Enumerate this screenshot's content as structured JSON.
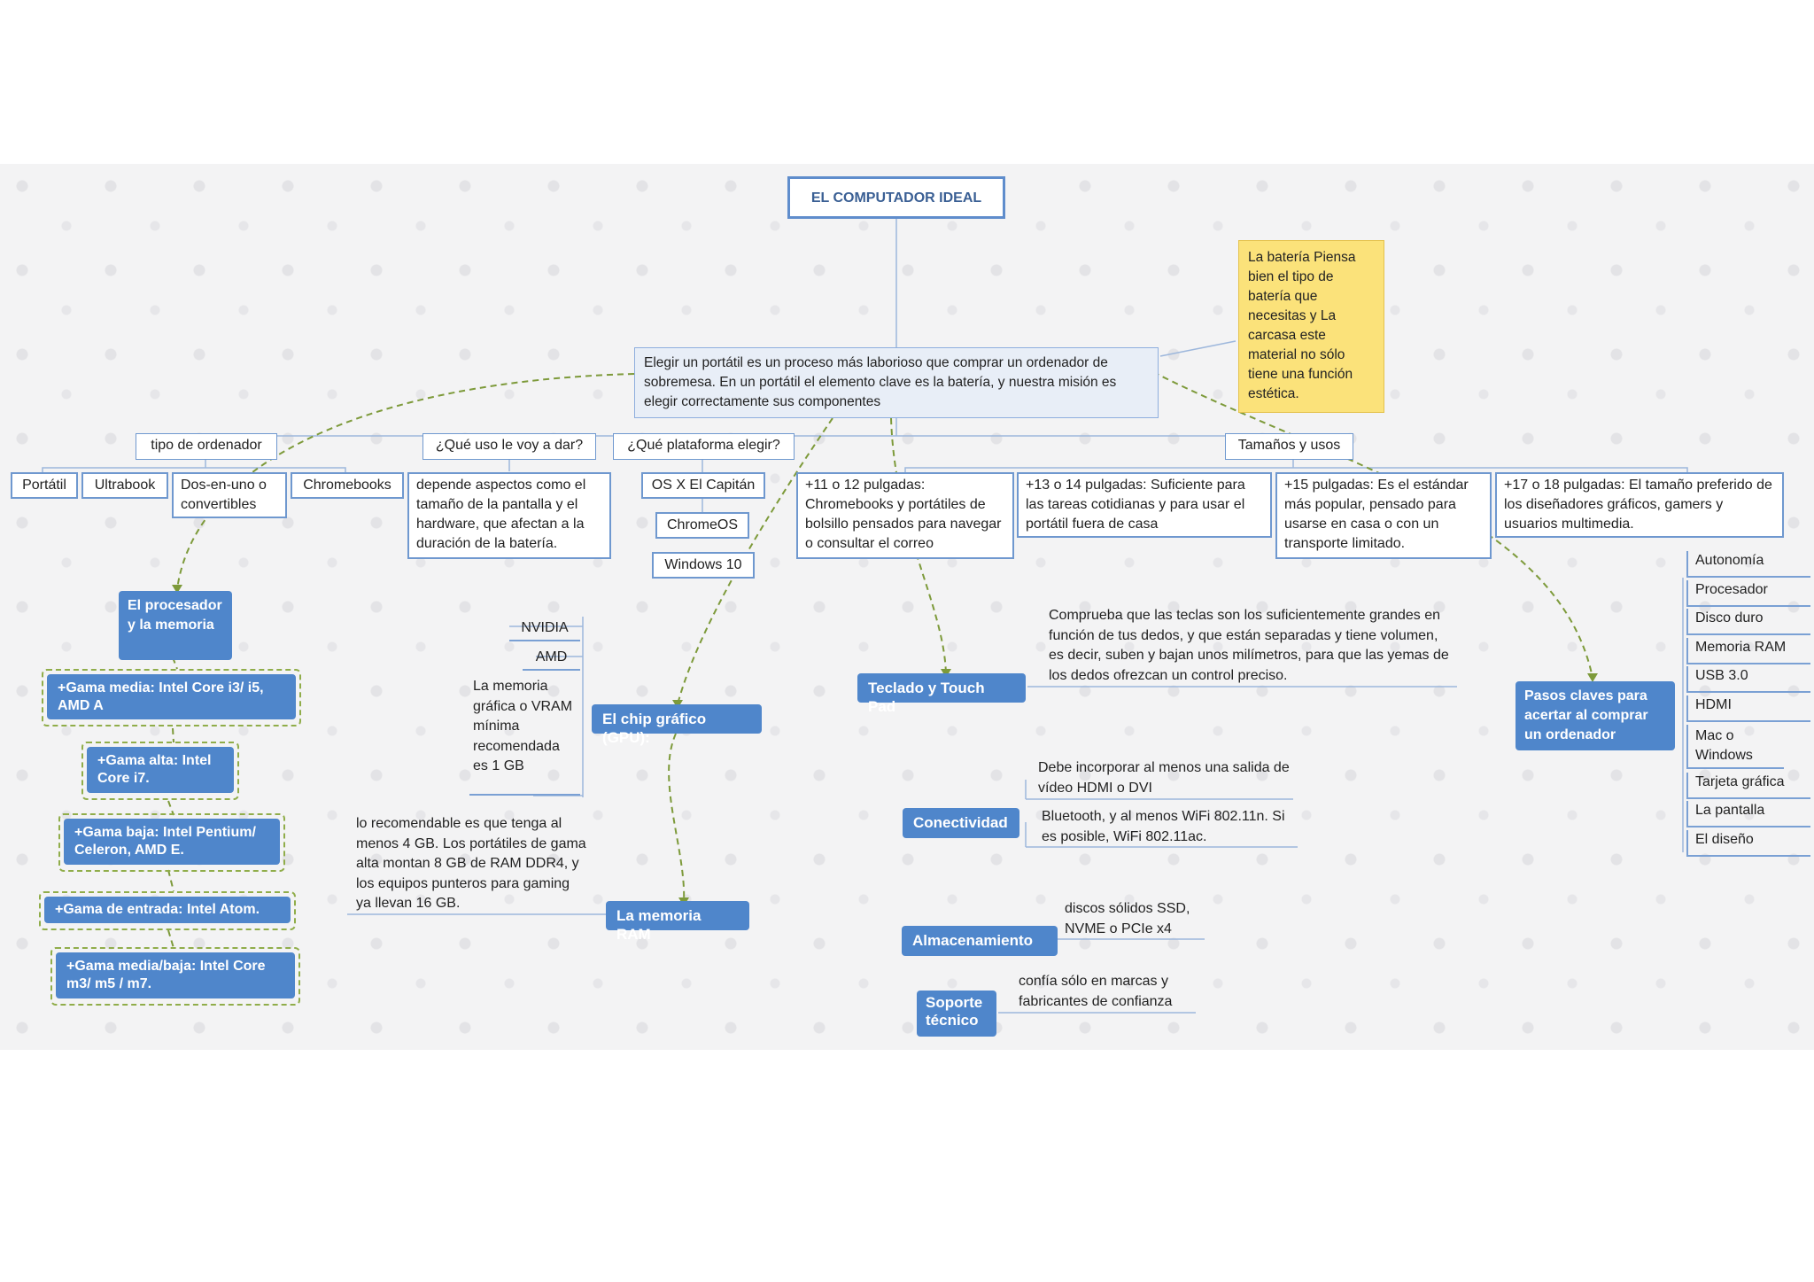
{
  "title": "EL COMPUTADOR IDEAL",
  "main_topic": "Elegir un portátil es un proceso más laborioso que comprar un ordenador de sobremesa. En un portátil el elemento clave es la batería, y nuestra misión es elegir correctamente sus componentes",
  "note": "La batería Piensa bien el tipo de batería que necesitas y La carcasa este material  no sólo tiene una función estética.",
  "branches": {
    "tipo": {
      "label": "tipo de ordenador",
      "items": [
        "Portátil",
        "Ultrabook",
        "Dos-en-uno o convertibles",
        "Chromebooks"
      ]
    },
    "uso": {
      "label": "¿Qué uso le voy a dar?",
      "detail": "depende aspectos como el tamaño de la pantalla y el hardware, que afectan a la duración de la batería."
    },
    "plataforma": {
      "label": "¿Qué plataforma elegir?",
      "items": [
        "OS X El Capitán",
        "ChromeOS",
        "Windows 10"
      ]
    },
    "tamanos": {
      "label": "Tamaños y usos",
      "items": [
        "+11 o 12 pulgadas: Chromebooks y portátiles de bolsillo pensados para navegar o consultar el correo",
        "+13 o 14 pulgadas: Suficiente para las tareas cotidianas y para usar el portátil fuera de casa",
        "+15 pulgadas: Es el estándar más popular, pensado para usarse en casa o con un transporte limitado.",
        "+17 o 18 pulgadas: El tamaño preferido de los diseñadores gráficos, gamers y usuarios multimedia."
      ]
    }
  },
  "procesador": {
    "label": "El procesador y la memoria",
    "gamas": [
      "+Gama media: Intel Core i3/ i5, AMD A",
      "+Gama alta: Intel Core i7.",
      "+Gama baja: Intel Pentium/ Celeron, AMD E.",
      "+Gama de entrada: Intel Atom.",
      "+Gama media/baja: Intel Core m3/ m5 / m7."
    ]
  },
  "gpu": {
    "label": "El chip gráfico (GPU):",
    "items": [
      "NVIDIA",
      "AMD",
      "La memoria gráfica o VRAM mínima recomendada es 1 GB"
    ]
  },
  "ram": {
    "label": "La memoria RAM",
    "detail": "lo recomendable es que tenga al menos 4 GB. Los portátiles de gama alta montan 8 GB de RAM DDR4, y los equipos punteros para gaming ya llevan 16 GB."
  },
  "teclado": {
    "label": "Teclado y Touch Pad",
    "detail": "Comprueba que las teclas son los suficientemente grandes en función de tus dedos, y que están separadas y tiene volumen, es decir, suben y bajan unos milímetros, para que las yemas de los dedos ofrezcan un control preciso."
  },
  "conectividad": {
    "label": "Conectividad",
    "items": [
      "Debe incorporar al menos una salida de vídeo HDMI o DVI",
      "Bluetooth, y al menos WiFi 802.11n. Si es posible, WiFi 802.11ac."
    ]
  },
  "almacenamiento": {
    "label": "Almacenamiento",
    "detail": "discos sólidos SSD, NVME o PCIe x4"
  },
  "soporte": {
    "label": "Soporte técnico",
    "detail": "confía sólo en marcas y fabricantes de confianza"
  },
  "pasos": {
    "label": "Pasos claves para acertar al comprar un ordenador",
    "items": [
      "Autonomía",
      "Procesador",
      "Disco duro",
      "Memoria RAM",
      "USB 3.0",
      "HDMI",
      "Mac o Windows",
      "Tarjeta gráfica",
      "La pantalla",
      "El diseño"
    ]
  },
  "colors": {
    "node_blue": "#4f86cb",
    "border_blue": "#6f98cf",
    "note_yellow": "#fbe27a",
    "arrow_green": "#7d9a3a"
  }
}
